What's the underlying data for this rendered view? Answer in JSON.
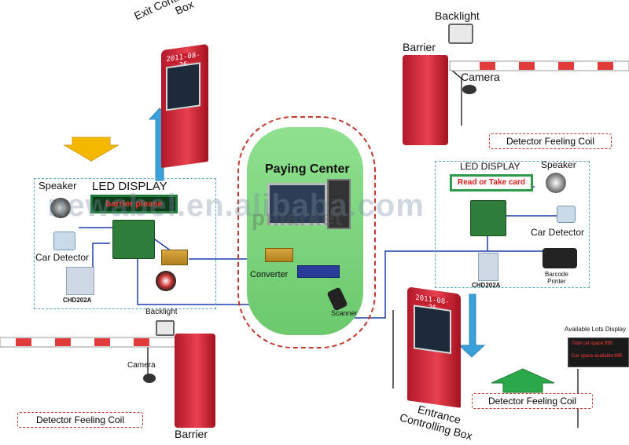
{
  "title_exit_box": [
    "Exit Controlling",
    "Box"
  ],
  "title_entrance_box": [
    "Entrance",
    "Controlling Box"
  ],
  "paying_center": "Paying Center",
  "left_group": {
    "speaker": "Speaker",
    "led_display": "LED DISPLAY",
    "led_text": "barrier please",
    "car_detector": "Car Detector",
    "chd": "CHD202A"
  },
  "right_group": {
    "led_display": "LED DISPLAY",
    "speaker": "Speaker",
    "led_text": "Read or Take card",
    "car_detector": "Car Detector",
    "chd": "CHD202A",
    "printer": [
      "Barcode",
      "Printer"
    ]
  },
  "converter": "Converter",
  "scanner": "Scanner",
  "backlight_top": "Backlight",
  "barrier_top": "Barrier",
  "camera_top": "Camera",
  "coil_top": "Detector Feeling Coil",
  "backlight_bottom": "Backlight",
  "camera_bottom": "Camera",
  "coil_bottom_left": "Detector Feeling Coil",
  "barrier_bottom": "Barrier",
  "coil_bottom_right": "Detector Feeling Coil",
  "available_lots": {
    "title": "Available Lots Display",
    "line1": "Total car space:995",
    "line2": "Car space available:995"
  },
  "kiosk_date": "2011-08-26",
  "watermark": "newabel.en.alibaba.com",
  "watermark_logo": "pmarket",
  "colors": {
    "kiosk_red": "#d62a3a",
    "arrow_blue": "#3aa0d8",
    "arrow_yellow": "#f5b800",
    "arrow_green": "#2aa84a",
    "wire_blue": "#1f3fa8",
    "coil_red": "#c0392b"
  }
}
